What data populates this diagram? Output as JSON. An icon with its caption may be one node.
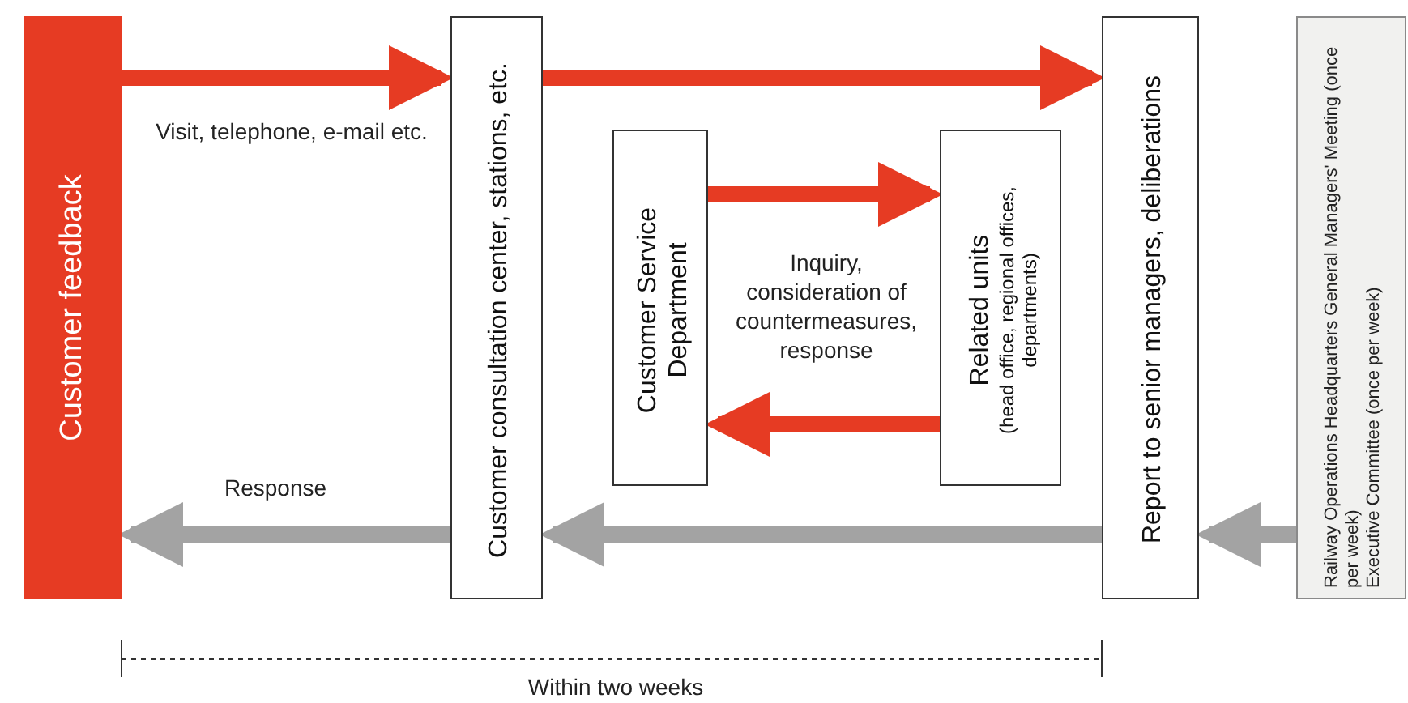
{
  "diagram": {
    "nodes": [
      {
        "text": [
          "Customer feedback"
        ]
      },
      {
        "text": [
          "Customer consultation center, stations, etc."
        ]
      },
      {
        "text": [
          "Customer Service Department"
        ]
      },
      {
        "text": [
          "Related units",
          "(head office, regional offices, departments)"
        ]
      },
      {
        "text": [
          "Report to senior managers, deliberations"
        ]
      },
      {
        "text": [
          "Railway Operations Headquarters General Managers' Meeting (once per week)",
          "Executive Committee (once per week)"
        ]
      }
    ],
    "edges": [
      {
        "from": 0,
        "to": 1,
        "arrow": "to",
        "label": "Visit, telephone, e-mail etc."
      },
      {
        "from": 1,
        "to": 4,
        "arrow": "to"
      },
      {
        "from": 2,
        "to": 3,
        "arrow": "to"
      },
      {
        "from": 3,
        "to": 2,
        "arrow": "to"
      },
      {
        "from": 1,
        "to": 0,
        "arrow": "to",
        "label": "Response",
        "color": "#a3a3a3"
      },
      {
        "from": 4,
        "to": 1,
        "arrow": "to",
        "color": "#a3a3a3"
      },
      {
        "from": 5,
        "to": 4,
        "arrow": "to",
        "color": "#a3a3a3"
      }
    ],
    "labels": [
      "Inquiry, consideration of countermeasures, response",
      "Within two weeks"
    ]
  }
}
